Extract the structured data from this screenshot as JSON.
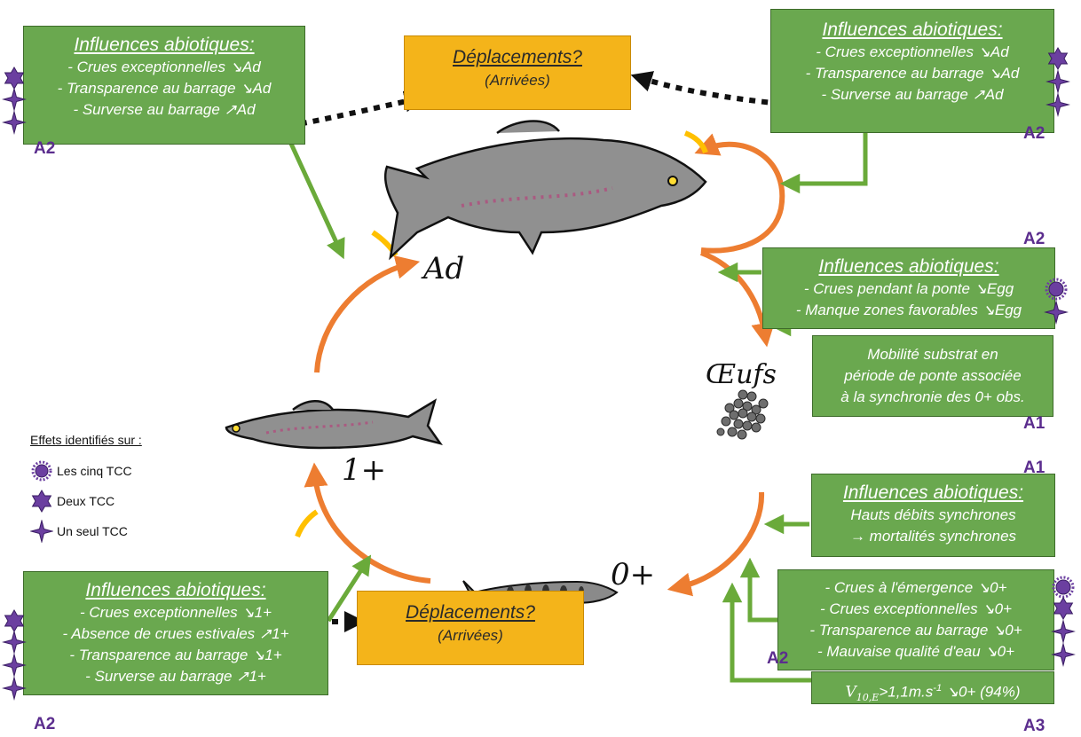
{
  "stages": {
    "adult": "Ad",
    "eggs": "Œufs",
    "one_plus": "1+",
    "zero_plus": "0+"
  },
  "boxes": {
    "top_left": {
      "title": "Influences abiotiques:",
      "lines": [
        "- Crues exceptionnelles ↘Ad",
        "- Transparence au barrage ↘Ad",
        "- Surverse au barrage ↗Ad"
      ],
      "tag": "A2"
    },
    "top_right": {
      "title": "Influences abiotiques:",
      "lines": [
        "- Crues exceptionnelles ↘Ad",
        "- Transparence au barrage ↘Ad",
        "- Surverse au barrage ↗Ad"
      ],
      "tag": "A2"
    },
    "mid_right": {
      "title": "Influences abiotiques:",
      "lines": [
        "- Crues pendant la ponte ↘Egg",
        "- Manque zones favorables ↘Egg"
      ],
      "tag": "A2"
    },
    "substrate": {
      "lines": [
        "Mobilité substrat en",
        "période de ponte associée",
        "à la synchronie des 0+ obs."
      ],
      "tag": "A1"
    },
    "synchro": {
      "title": "Influences abiotiques:",
      "lines": [
        "Hauts débits synchrones",
        "→ mortalités synchrones"
      ],
      "tag": "A1"
    },
    "zero_plus": {
      "lines": [
        "- Crues à l'émergence ↘0+",
        "- Crues exceptionnelles ↘0+",
        "- Transparence au barrage ↘0+",
        "- Mauvaise qualité d'eau ↘0+"
      ],
      "tag": "A2"
    },
    "velocity": {
      "v": "V",
      "sub": "10,E",
      "text": ">1,1m.s",
      "sup": "-1",
      "rest": " ↘0+ (94%)",
      "tag": "A3"
    },
    "bottom_left": {
      "title": "Influences abiotiques:",
      "lines": [
        "- Crues exceptionnelles ↘1+",
        "- Absence de crues estivales ↗1+",
        "- Transparence au barrage ↘1+",
        "- Surverse au barrage ↗1+"
      ],
      "tag": "A2"
    }
  },
  "moves": {
    "title": "Déplacements?",
    "sub": "(Arrivées)"
  },
  "legend": {
    "heading": "Effets identifiés sur :",
    "items": [
      "Les cinq TCC",
      "Deux TCC",
      "Un seul TCC"
    ]
  },
  "colors": {
    "green_box": "#6aa84f",
    "yellow_box": "#f4b41a",
    "orange_arrow": "#ed7d31",
    "green_arrow": "#6aaa3a",
    "purple_symbol": "#6b3fa0",
    "tag_text": "#5b2d8e"
  },
  "icons": [
    "sun-badge-icon",
    "six-point-star-icon",
    "four-point-star-icon",
    "dotted-arrow-icon"
  ]
}
